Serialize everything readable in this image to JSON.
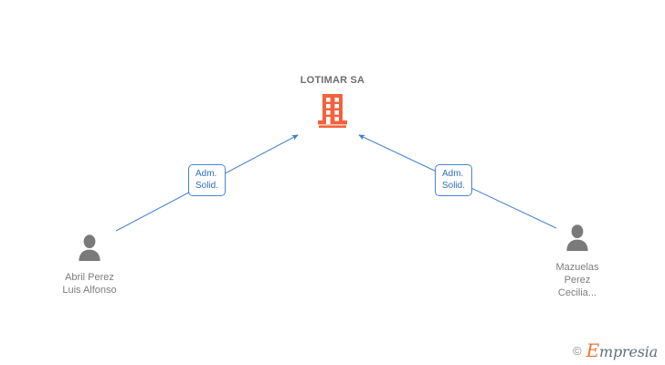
{
  "diagram": {
    "type": "org-relationship-graph",
    "company": {
      "name": "LOTIMAR SA",
      "icon": "building-icon",
      "color": "#f4613c"
    },
    "persons": [
      {
        "id": "person-left",
        "icon": "person-icon",
        "name_lines": [
          "Abril Perez",
          "Luis Alfonso"
        ],
        "full_name": "Abril Perez Luis Alfonso",
        "color": "#7e7e7e"
      },
      {
        "id": "person-right",
        "icon": "person-icon",
        "name_lines": [
          "Mazuelas",
          "Perez",
          "Cecilia..."
        ],
        "full_name": "Mazuelas Perez Cecilia...",
        "color": "#7e7e7e"
      }
    ],
    "relations": [
      {
        "id": "relation-left",
        "from": "person-left",
        "to": "company",
        "label_lines": [
          "Adm.",
          "Solid."
        ],
        "label": "Adm. Solid.",
        "color": "#4a86d0"
      },
      {
        "id": "relation-right",
        "from": "person-right",
        "to": "company",
        "label_lines": [
          "Adm.",
          "Solid."
        ],
        "label": "Adm. Solid.",
        "color": "#4a86d0"
      }
    ]
  },
  "watermark": {
    "copyright": "©",
    "brand_initial": "E",
    "brand_rest": "mpresia",
    "brand": "Empresia",
    "initial_color": "#ef7436",
    "text_color": "#5f6f7a"
  }
}
